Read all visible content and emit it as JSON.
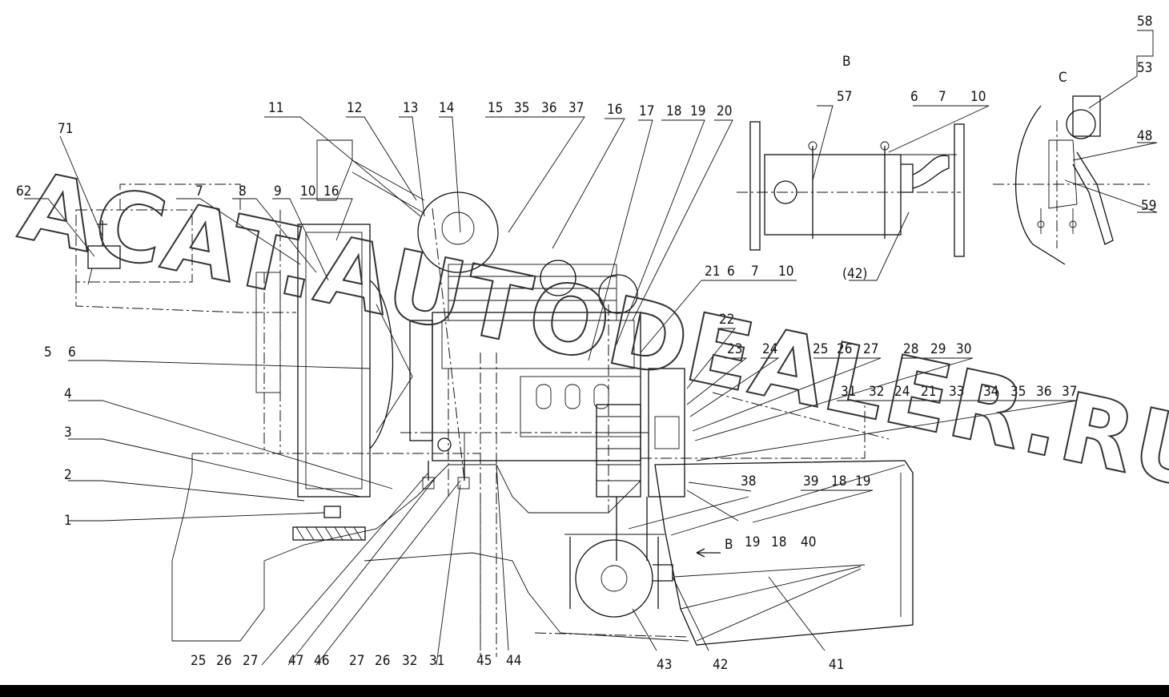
{
  "watermark": "ACAT.AUTODEALER.RU",
  "view_labels": {
    "b": "B",
    "c": "C",
    "b_arrow": "B"
  },
  "labels": {
    "l1": "1",
    "l2": "2",
    "l3": "3",
    "l4": "4",
    "l5": "5",
    "l6": "6",
    "l7": "7",
    "l8": "8",
    "l9": "9",
    "l10": "10",
    "l16a": "16",
    "l11": "11",
    "l12": "12",
    "l13": "13",
    "l14": "14",
    "l15": "15",
    "l35a": "35",
    "l36a": "36",
    "l37a": "37",
    "l16": "16",
    "l17": "17",
    "l18": "18",
    "l19": "19",
    "l20": "20",
    "l21": "21",
    "l6b": "6",
    "l7b": "7",
    "l10b": "10",
    "l22": "22",
    "l23": "23",
    "l24": "24",
    "l25": "25",
    "l26": "26",
    "l27": "27",
    "l28": "28",
    "l29": "29",
    "l30": "30",
    "l31": "31",
    "l32": "32",
    "l24b": "24",
    "l21b": "21",
    "l33": "33",
    "l34": "34",
    "l35": "35",
    "l36": "36",
    "l37": "37",
    "l38": "38",
    "l39": "39",
    "l18b": "18",
    "l19b": "19",
    "l19c": "19",
    "l18c": "18",
    "l40": "40",
    "l41": "41",
    "l42": "42",
    "l43": "43",
    "l44": "44",
    "l45": "45",
    "l46": "46",
    "l47": "47",
    "l25b": "25",
    "l26b": "26",
    "l27b": "27",
    "l27c": "27",
    "l26c": "26",
    "l32b": "32",
    "l31b": "31",
    "l57": "57",
    "l6c": "6",
    "l7c": "7",
    "l10c": "10",
    "l42b": "(42)",
    "l58": "58",
    "l53": "53",
    "l48": "48",
    "l59": "59",
    "l62": "62",
    "l71": "71"
  }
}
